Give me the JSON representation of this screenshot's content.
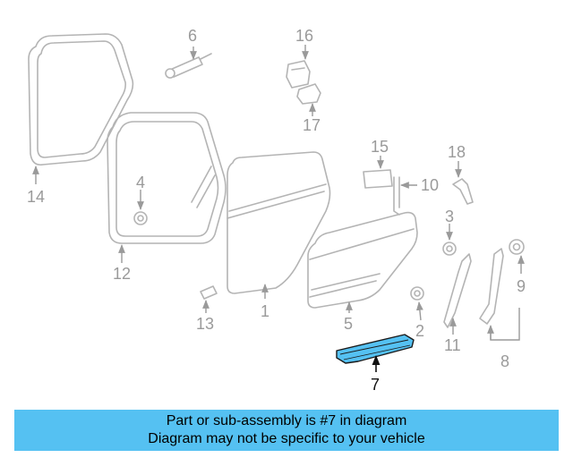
{
  "callouts": {
    "c1": "1",
    "c2": "2",
    "c3": "3",
    "c4": "4",
    "c5": "5",
    "c6": "6",
    "c7": "7",
    "c8": "8",
    "c9": "9",
    "c10": "10",
    "c11": "11",
    "c12": "12",
    "c13": "13",
    "c14": "14",
    "c15": "15",
    "c16": "16",
    "c17": "17",
    "c18": "18"
  },
  "highlighted_part": "7",
  "colors": {
    "highlight": "#55c1f2",
    "banner": "#55c1f2",
    "line": "#b4b4b4",
    "label": "#9a9a9a"
  },
  "banner": {
    "line1": "Part or sub-assembly is #7 in diagram",
    "line2": "Diagram may not be specific to your vehicle"
  }
}
